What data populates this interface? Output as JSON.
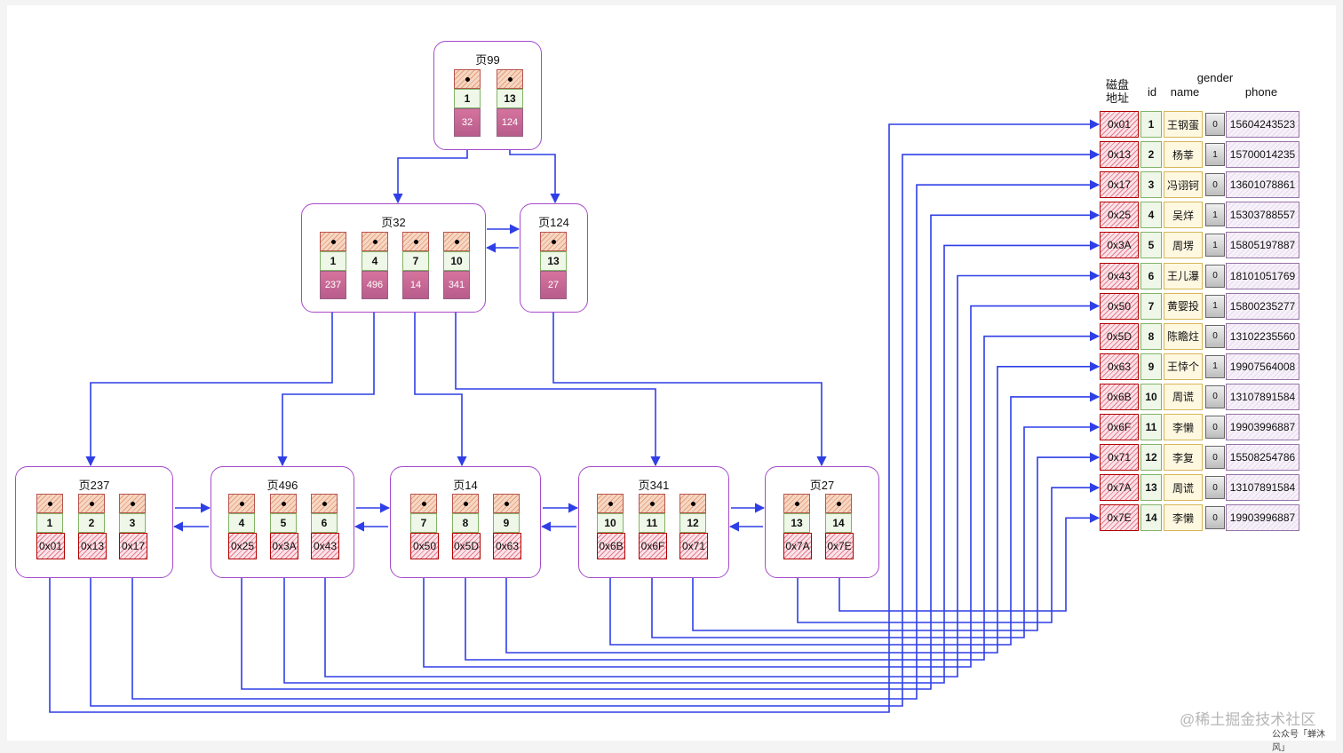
{
  "root": {
    "title": "页99",
    "keys": [
      "1",
      "13"
    ],
    "children": [
      "32",
      "124"
    ]
  },
  "internal": [
    {
      "title": "页32",
      "keys": [
        "1",
        "4",
        "7",
        "10"
      ],
      "children": [
        "237",
        "496",
        "14",
        "341"
      ]
    },
    {
      "title": "页124",
      "keys": [
        "13"
      ],
      "children": [
        "27"
      ]
    }
  ],
  "leaves": [
    {
      "title": "页237",
      "keys": [
        "1",
        "2",
        "3"
      ],
      "addrs": [
        "0x01",
        "0x13",
        "0x17"
      ]
    },
    {
      "title": "页496",
      "keys": [
        "4",
        "5",
        "6"
      ],
      "addrs": [
        "0x25",
        "0x3A",
        "0x43"
      ]
    },
    {
      "title": "页14",
      "keys": [
        "7",
        "8",
        "9"
      ],
      "addrs": [
        "0x50",
        "0x5D",
        "0x63"
      ]
    },
    {
      "title": "页341",
      "keys": [
        "10",
        "11",
        "12"
      ],
      "addrs": [
        "0x6B",
        "0x6F",
        "0x71"
      ]
    },
    {
      "title": "页27",
      "keys": [
        "13",
        "14"
      ],
      "addrs": [
        "0x7A",
        "0x7E"
      ]
    }
  ],
  "table": {
    "headers": {
      "addr": "磁盘\n地址",
      "id": "id",
      "name": "name",
      "gender": "gender",
      "phone": "phone"
    },
    "rows": [
      {
        "addr": "0x01",
        "id": "1",
        "name": "王钢蛋",
        "gender": "0",
        "phone": "15604243523"
      },
      {
        "addr": "0x13",
        "id": "2",
        "name": "杨莘",
        "gender": "1",
        "phone": "15700014235"
      },
      {
        "addr": "0x17",
        "id": "3",
        "name": "冯诩钶",
        "gender": "0",
        "phone": "13601078861"
      },
      {
        "addr": "0x25",
        "id": "4",
        "name": "吴烊",
        "gender": "1",
        "phone": "15303788557"
      },
      {
        "addr": "0x3A",
        "id": "5",
        "name": "周塄",
        "gender": "1",
        "phone": "15805197887"
      },
      {
        "addr": "0x43",
        "id": "6",
        "name": "王儿瀑",
        "gender": "0",
        "phone": "18101051769"
      },
      {
        "addr": "0x50",
        "id": "7",
        "name": "黄婴投",
        "gender": "1",
        "phone": "15800235277"
      },
      {
        "addr": "0x5D",
        "id": "8",
        "name": "陈瞻炷",
        "gender": "0",
        "phone": "13102235560"
      },
      {
        "addr": "0x63",
        "id": "9",
        "name": "王悻个",
        "gender": "1",
        "phone": "19907564008"
      },
      {
        "addr": "0x6B",
        "id": "10",
        "name": "周谎",
        "gender": "0",
        "phone": "13107891584"
      },
      {
        "addr": "0x6F",
        "id": "11",
        "name": "李懒",
        "gender": "0",
        "phone": "19903996887"
      },
      {
        "addr": "0x71",
        "id": "12",
        "name": "李复",
        "gender": "0",
        "phone": "15508254786"
      },
      {
        "addr": "0x7A",
        "id": "13",
        "name": "周谎",
        "gender": "0",
        "phone": "13107891584"
      },
      {
        "addr": "0x7E",
        "id": "14",
        "name": "李懒",
        "gender": "0",
        "phone": "19903996887"
      }
    ]
  },
  "watermark": {
    "main": "@稀土掘金技术社区",
    "sub": "公众号「蝉沐风」"
  },
  "colors": {
    "arrow": "#2f3fe6",
    "page_border": "#a64ac9"
  }
}
